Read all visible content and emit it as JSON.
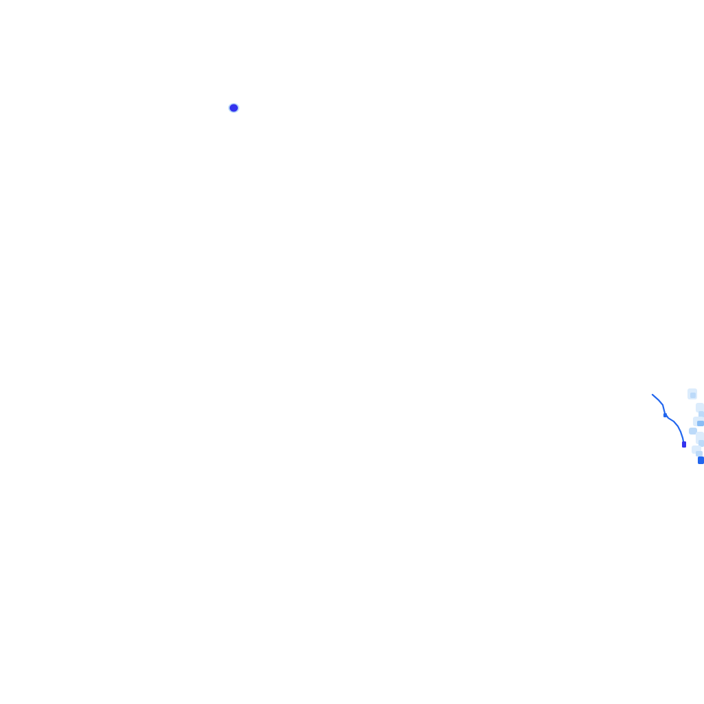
{
  "map": {
    "background_color": "#ffffff",
    "colors": {
      "intense_echo": "#3333ee",
      "strong_echo": "#2266ee",
      "moderate_echo": "#66aaf2",
      "light_echo": "#bcdaf9",
      "faint_echo": "#dcecfc"
    },
    "features": [
      {
        "name": "isolated-echo-cell",
        "intensity": "intense"
      },
      {
        "name": "echo-band-east",
        "intensity": "strong"
      },
      {
        "name": "echo-scatter-east",
        "intensity": "light"
      }
    ]
  }
}
